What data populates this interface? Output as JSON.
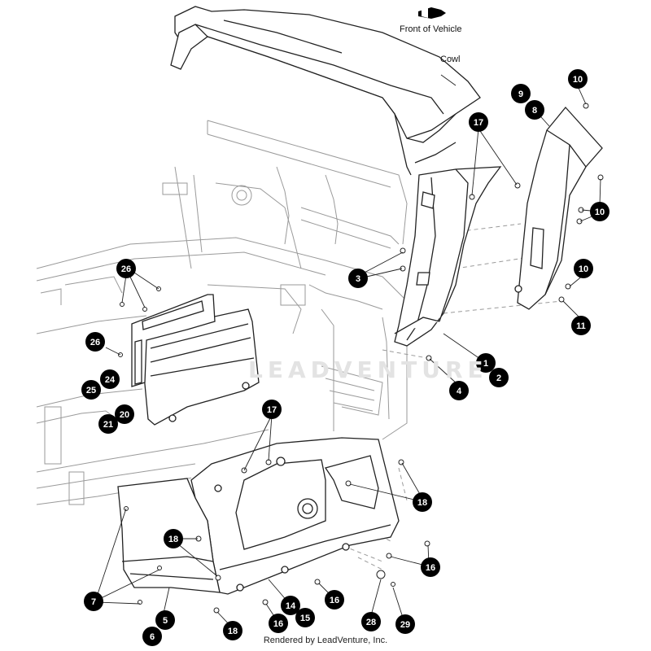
{
  "labels": {
    "front_of_vehicle": "Front of Vehicle",
    "cowl": "Cowl",
    "footer": "Rendered by LeadVenture, Inc.",
    "watermark": "LEADVENTURE"
  },
  "callouts": [
    {
      "id": "c10a",
      "text": "10"
    },
    {
      "id": "c9",
      "text": "9"
    },
    {
      "id": "c8",
      "text": "8"
    },
    {
      "id": "c17a",
      "text": "17"
    },
    {
      "id": "c10b",
      "text": "10"
    },
    {
      "id": "c10c",
      "text": "10"
    },
    {
      "id": "c11",
      "text": "11"
    },
    {
      "id": "c26a",
      "text": "26"
    },
    {
      "id": "c3",
      "text": "3"
    },
    {
      "id": "c1",
      "text": "1"
    },
    {
      "id": "c2",
      "text": "2"
    },
    {
      "id": "c4",
      "text": "4"
    },
    {
      "id": "c26b",
      "text": "26"
    },
    {
      "id": "c24",
      "text": "24"
    },
    {
      "id": "c25",
      "text": "25"
    },
    {
      "id": "c20",
      "text": "20"
    },
    {
      "id": "c21",
      "text": "21"
    },
    {
      "id": "c17b",
      "text": "17"
    },
    {
      "id": "c18a",
      "text": "18"
    },
    {
      "id": "c18b",
      "text": "18"
    },
    {
      "id": "c16a",
      "text": "16"
    },
    {
      "id": "c7",
      "text": "7"
    },
    {
      "id": "c14",
      "text": "14"
    },
    {
      "id": "c16b",
      "text": "16"
    },
    {
      "id": "c5",
      "text": "5"
    },
    {
      "id": "c6",
      "text": "6"
    },
    {
      "id": "c18c",
      "text": "18"
    },
    {
      "id": "c16c",
      "text": "16"
    },
    {
      "id": "c15",
      "text": "15"
    },
    {
      "id": "c28",
      "text": "28"
    },
    {
      "id": "c29",
      "text": "29"
    }
  ],
  "colors": {
    "line": "#222222",
    "light_line": "#9a9a9a",
    "callout_fill": "#000000",
    "callout_text": "#ffffff"
  }
}
